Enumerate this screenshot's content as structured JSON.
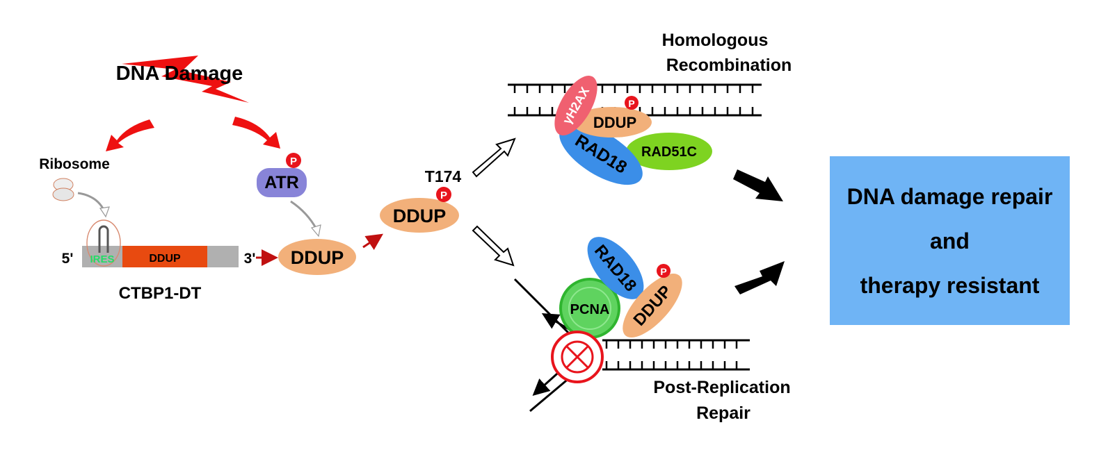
{
  "labels": {
    "dna_damage": "DNA Damage",
    "ribosome": "Ribosome",
    "atr": "ATR",
    "phospho": "P",
    "five_prime": "5'",
    "three_prime": "3'",
    "ires": "IRES",
    "gene_ddup": "DDUP",
    "ctbp1_dt": "CTBP1-DT",
    "ddup": "DDUP",
    "t174": "T174",
    "homologous_recombination": [
      "Homologous",
      "Recombination"
    ],
    "gamma_h2ax": "γH2AX",
    "rad18": "RAD18",
    "rad51c": "RAD51C",
    "pcna": "PCNA",
    "post_replication_repair": [
      "Post-Replication",
      "Repair"
    ]
  },
  "result_box": {
    "lines": [
      "DNA damage repair",
      "and",
      "therapy resistant"
    ]
  },
  "colors": {
    "ddup_fill": "#f2b07a",
    "atr_fill": "#8884d8",
    "gamma_h2ax_fill": "#f06070",
    "rad18_fill": "#3b8ee8",
    "rad51c_fill": "#7ed321",
    "pcna_fill": "#5fd35f",
    "phospho_fill": "#e8141c",
    "lightning": "#ee1111",
    "result_box_fill": "#6fb4f5",
    "gene_body": "#e84a10",
    "ires_text": "#22dd66"
  }
}
